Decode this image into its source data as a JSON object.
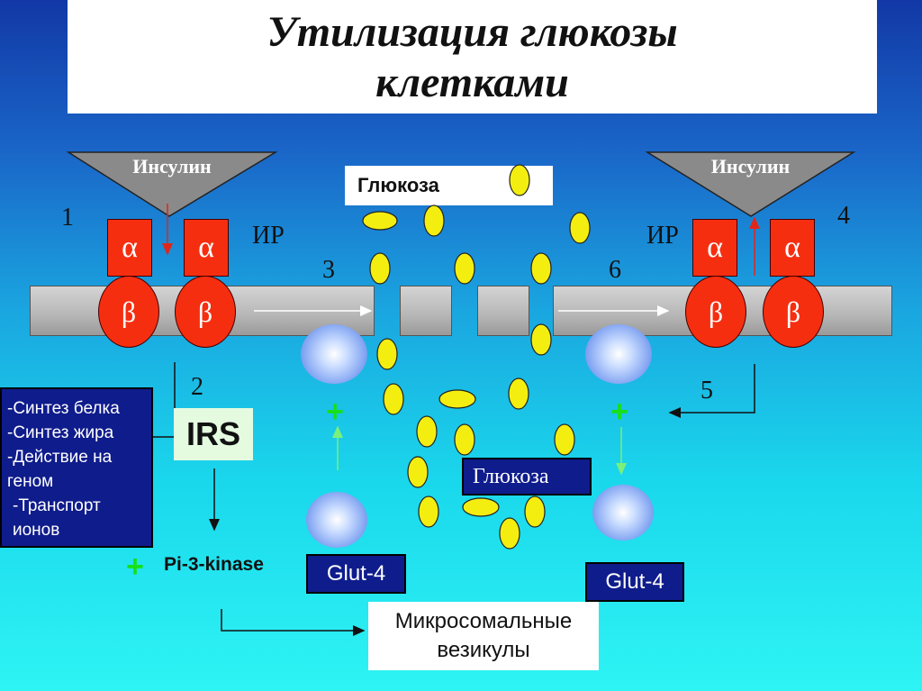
{
  "title": {
    "line1": "Утилизация глюкозы",
    "line2": "клетками"
  },
  "insulin_left": "Инсулин",
  "insulin_right": "Инсулин",
  "glucose_top": "Глюкоза",
  "glucose_bottom": "Глюкоза",
  "receptor_left": {
    "label": "ИР",
    "alpha": "α",
    "beta": "β"
  },
  "receptor_right": {
    "label": "ИР",
    "alpha": "α",
    "beta": "β"
  },
  "step_numbers": {
    "n1": "1",
    "n2": "2",
    "n3": "3",
    "n4": "4",
    "n5": "5",
    "n6": "6"
  },
  "effects": [
    "-Синтез белка",
    "-Синтез жира",
    "-Действие на геном",
    "-Транспорт ионов"
  ],
  "irs": "IRS",
  "pi3k": "Pi-3-kinase",
  "plus": "+",
  "glut_left": "Glut-4",
  "glut_right": "Glut-4",
  "vesicles": {
    "line1": "Микросомальные",
    "line2": "везикулы"
  },
  "colors": {
    "receptor": "#f62e10",
    "glucose": "#f4ee10",
    "navy": "#0f1c8c",
    "irs_box": "#e4fbe0",
    "plus": "#18e018"
  }
}
